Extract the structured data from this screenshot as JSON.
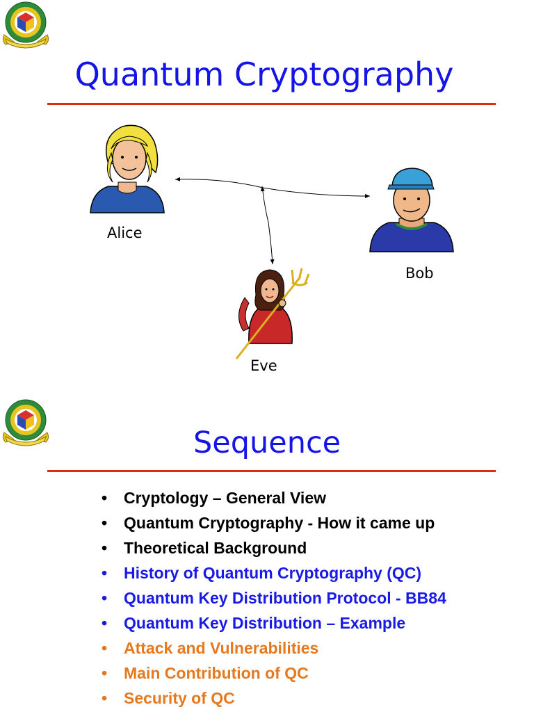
{
  "slide1": {
    "title": "Quantum Cryptography",
    "alice_label": "Alice",
    "bob_label": "Bob",
    "eve_label": "Eve"
  },
  "slide2": {
    "title": "Sequence",
    "bullet_symbol": "•",
    "items": [
      {
        "text": "Cryptology – General View",
        "color": "#000000"
      },
      {
        "text": "Quantum Cryptography - How it came up",
        "color": "#000000"
      },
      {
        "text": "Theoretical Background",
        "color": "#000000"
      },
      {
        "text": "History of Quantum Cryptography (QC)",
        "color": "#1a1ae6"
      },
      {
        "text": "Quantum Key Distribution Protocol - BB84",
        "color": "#1a1ae6"
      },
      {
        "text": "Quantum Key Distribution – Example",
        "color": "#1a1ae6"
      },
      {
        "text": "Attack and Vulnerabilities",
        "color": "#e6781e"
      },
      {
        "text": "Main Contribution of QC",
        "color": "#e6781e"
      },
      {
        "text": "Security of QC",
        "color": "#e6781e"
      }
    ]
  },
  "colors": {
    "title_blue": "#1414e6",
    "rule_red": "#e02a12",
    "logo_green": "#2e8b3a",
    "logo_gold": "#e8c420"
  },
  "icons": [
    "emblem-logo",
    "alice-figure",
    "bob-figure",
    "eve-devil-figure"
  ]
}
